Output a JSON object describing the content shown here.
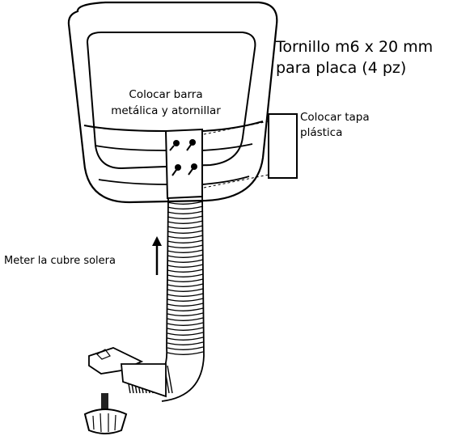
{
  "labels": {
    "screw": [
      "Tornillo m6 x  20 mm",
      "para placa (4 pz)"
    ],
    "bar": [
      "Colocar barra",
      "metálica y atornillar"
    ],
    "cap": [
      "Colocar tapa",
      "plástica"
    ],
    "cover": "Meter la cubre solera"
  }
}
